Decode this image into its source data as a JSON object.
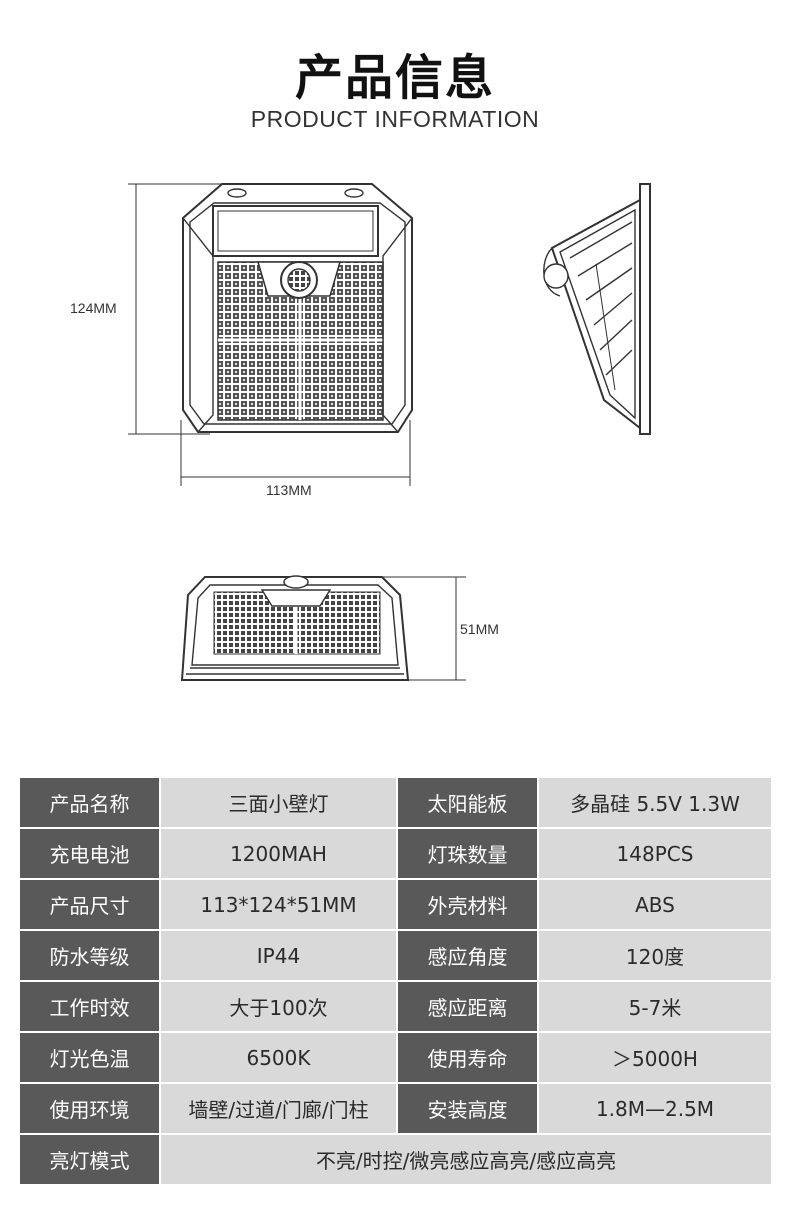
{
  "header": {
    "title": "产品信息",
    "subtitle": "PRODUCT INFORMATION"
  },
  "dimensions": {
    "height": "124MM",
    "width": "113MM",
    "depth": "51MM"
  },
  "specs": [
    [
      {
        "label": "产品名称",
        "value": "三面小壁灯"
      },
      {
        "label": "太阳能板",
        "value": "多晶硅  5.5V  1.3W"
      }
    ],
    [
      {
        "label": "充电电池",
        "value": "1200MAH"
      },
      {
        "label": "灯珠数量",
        "value": "148PCS"
      }
    ],
    [
      {
        "label": "产品尺寸",
        "value": "113*124*51MM"
      },
      {
        "label": "外壳材料",
        "value": "ABS"
      }
    ],
    [
      {
        "label": "防水等级",
        "value": "IP44"
      },
      {
        "label": "感应角度",
        "value": "120度"
      }
    ],
    [
      {
        "label": "工作时效",
        "value": "大于100次"
      },
      {
        "label": "感应距离",
        "value": "5-7米"
      }
    ],
    [
      {
        "label": "灯光色温",
        "value": "6500K"
      },
      {
        "label": "使用寿命",
        "value": "＞5000H"
      }
    ],
    [
      {
        "label": "使用环境",
        "value": "墙壁/过道/门廊/门柱"
      },
      {
        "label": "安装高度",
        "value": "1.8M—2.5M"
      }
    ]
  ],
  "mode_row": {
    "label": "亮灯模式",
    "value": "不亮/时控/微亮感应高亮/感应高亮"
  }
}
